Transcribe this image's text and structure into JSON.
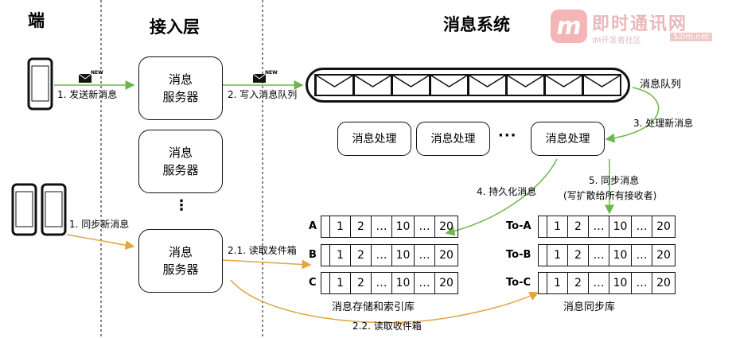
{
  "headers": {
    "client": "端",
    "access": "接入层",
    "system": "消息系统"
  },
  "servers": {
    "line1": "消息",
    "line2": "服务器"
  },
  "queue_label": "消息队列",
  "processor_label": "消息处理",
  "ellipsis": "···",
  "vertical_dots": "⋮",
  "steps": {
    "s1": "1. 发送新消息",
    "s2": "2. 写入消息队列",
    "s3": "3. 处理新消息",
    "s4": "4. 持久化消息",
    "s5_line1": "5. 同步消息",
    "s5_line2": "(写扩散给所有接收者)",
    "s1_sync": "1. 同步新消息",
    "s21": "2.1. 读取发件箱",
    "s22": "2.2. 读取收件箱"
  },
  "new_badge": "NEW",
  "storage": {
    "rows": [
      "A",
      "B",
      "C"
    ],
    "cells": [
      "1",
      "2",
      "…",
      "10",
      "…",
      "20"
    ],
    "caption": "消息存储和索引库"
  },
  "sync": {
    "rows": [
      "To-A",
      "To-B",
      "To-C"
    ],
    "cells": [
      "1",
      "2",
      "…",
      "10",
      "…",
      "20"
    ],
    "caption": "消息同步库"
  },
  "watermark": {
    "logo": "m",
    "title": "即时通讯网",
    "subtitle": "IM开发者社区",
    "url": "52im.net"
  },
  "colors": {
    "green_arrow": "#6bb84a",
    "orange_arrow": "#e0a640",
    "line": "#111111"
  }
}
